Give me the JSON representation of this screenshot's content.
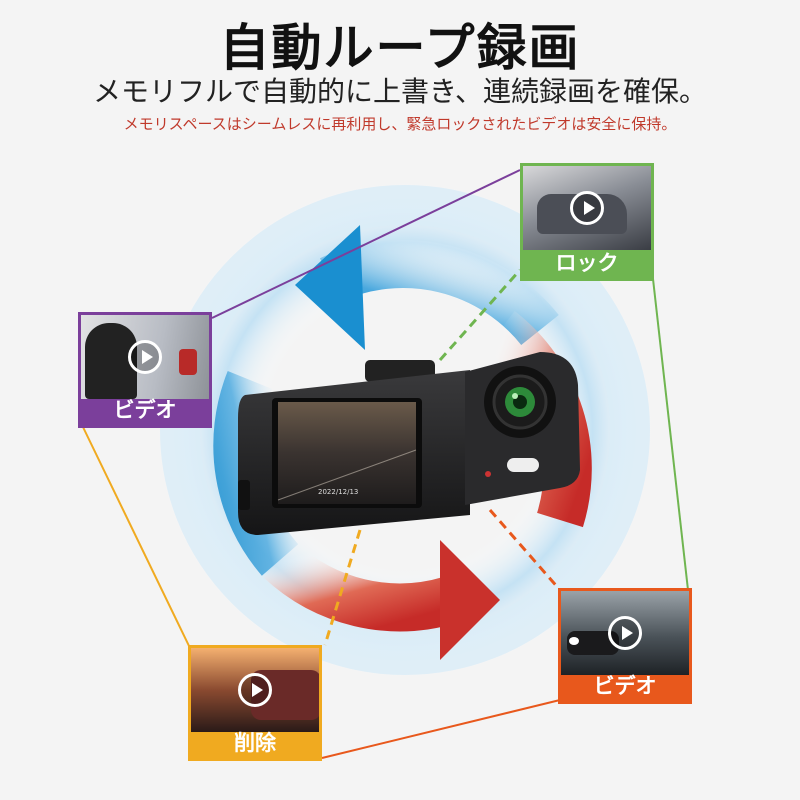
{
  "header": {
    "title": "自動ループ録画",
    "subtitle": "メモリフルで自動的に上書き、連続録画を確保。",
    "note": "メモリスペースはシームレスに再利用し、緊急ロックされたビデオは安全に保持。"
  },
  "cards": {
    "lock": {
      "label": "ロック",
      "color": "#6fb550"
    },
    "video_left": {
      "label": "ビデオ",
      "color": "#7b3f9b"
    },
    "delete": {
      "label": "削除",
      "color": "#f0aa20"
    },
    "video_right": {
      "label": "ビデオ",
      "color": "#e8581c"
    }
  },
  "colors": {
    "arrow_blue": "#1a8fd0",
    "arrow_red": "#d0322e",
    "ring_glow": "#cfe6f5"
  },
  "device": {
    "screen_date": "2022/12/13"
  }
}
